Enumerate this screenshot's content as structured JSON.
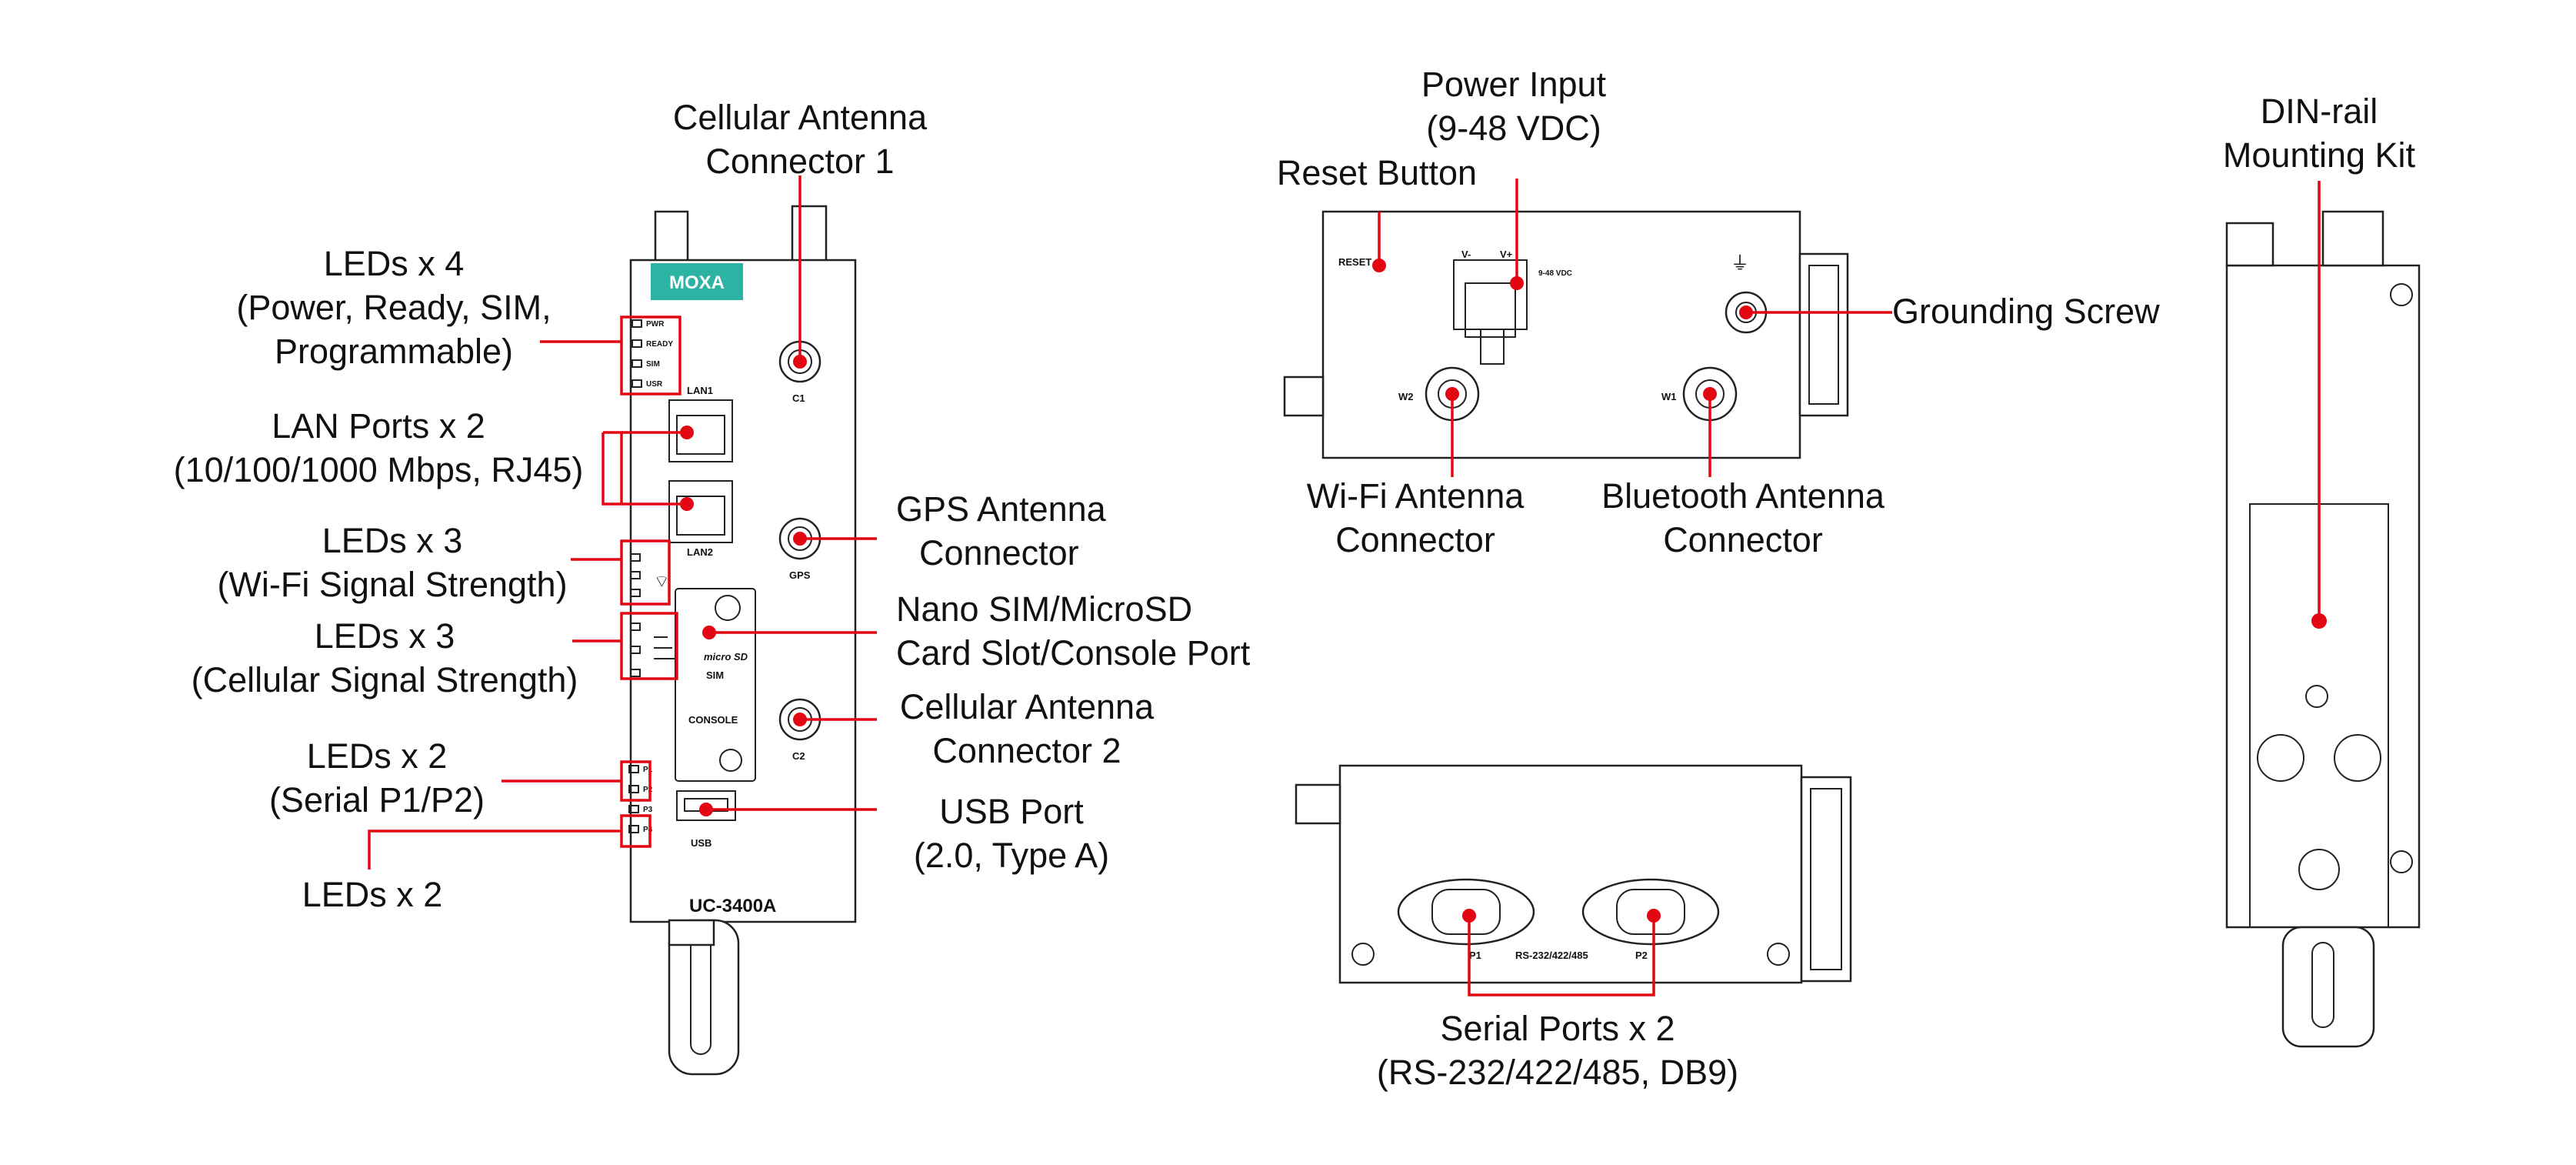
{
  "colors": {
    "accent": "#e30613",
    "outline": "#222222",
    "brand": "#2db3a4"
  },
  "labels": {
    "cell1": [
      "Cellular Antenna",
      "Connector 1"
    ],
    "leds4": [
      "LEDs x 4",
      "(Power, Ready, SIM,",
      "Programmable)"
    ],
    "lan": [
      "LAN Ports x 2",
      "(10/100/1000 Mbps, RJ45)"
    ],
    "wifi_leds": [
      "LEDs x 3",
      "(Wi-Fi Signal Strength)"
    ],
    "cell_leds": [
      "LEDs x 3",
      "(Cellular Signal Strength)"
    ],
    "serial_leds": [
      "LEDs x 2",
      "(Serial P1/P2)"
    ],
    "leds2": [
      "LEDs x 2"
    ],
    "gps": [
      "GPS Antenna",
      "Connector"
    ],
    "sim": [
      "Nano SIM/MicroSD",
      "Card Slot/Console Port"
    ],
    "cell2": [
      "Cellular Antenna",
      "Connector 2"
    ],
    "usb": [
      "USB Port",
      "(2.0, Type A)"
    ],
    "power": [
      "Power Input",
      "(9-48 VDC)"
    ],
    "reset": [
      "Reset Button"
    ],
    "ground": [
      "Grounding Screw"
    ],
    "wifi_ant": [
      "Wi-Fi Antenna",
      "Connector"
    ],
    "bt_ant": [
      "Bluetooth Antenna",
      "Connector"
    ],
    "din": [
      "DIN-rail",
      "Mounting Kit"
    ],
    "serial": [
      "Serial Ports x 2",
      "(RS-232/422/485, DB9)"
    ]
  },
  "device": {
    "brand": "MOXA",
    "model": "UC-3400A",
    "led_labels": [
      "PWR",
      "READY",
      "SIM",
      "USR",
      "P1",
      "P2",
      "P3",
      "P4"
    ],
    "port_labels": [
      "LAN1",
      "LAN2",
      "C1",
      "GPS",
      "C2",
      "USB",
      "SIM",
      "CONSOLE",
      "micro SD"
    ],
    "top_labels": [
      "RESET",
      "V-",
      "V+",
      "9-48 VDC",
      "W2",
      "W1"
    ],
    "bottom_labels": [
      "P1",
      "RS-232/422/485",
      "P2"
    ]
  }
}
